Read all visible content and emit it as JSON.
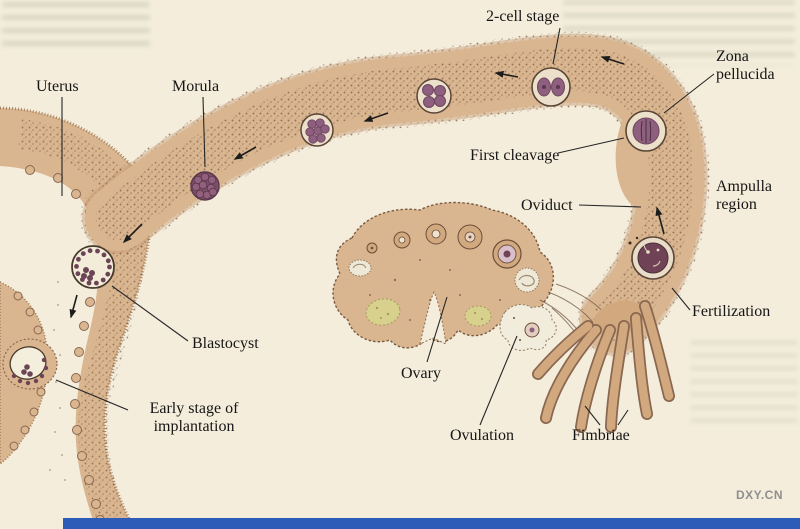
{
  "figure": {
    "labels": {
      "uterus": "Uterus",
      "morula": "Morula",
      "two_cell_stage": "2-cell stage",
      "zona_pellucida": "Zona\npellucida",
      "first_cleavage": "First cleavage",
      "oviduct": "Oviduct",
      "ampulla_region": "Ampulla\nregion",
      "fertilization": "Fertilization",
      "blastocyst": "Blastocyst",
      "ovary": "Ovary",
      "early_implantation": "Early stage of\nimplantation",
      "ovulation": "Ovulation",
      "fimbriae": "Fimbriae"
    },
    "colors": {
      "background": "#f4eddc",
      "tissue_tan": "#dab690",
      "stipple_brown": "#7d5c42",
      "cell_purple": "#8e5f7e",
      "dark_cell_maroon": "#6f4355",
      "follicle_yellow": "#d8d18e",
      "accent_bar_blue": "#2d5cb8"
    }
  },
  "watermark": "DXY.CN"
}
